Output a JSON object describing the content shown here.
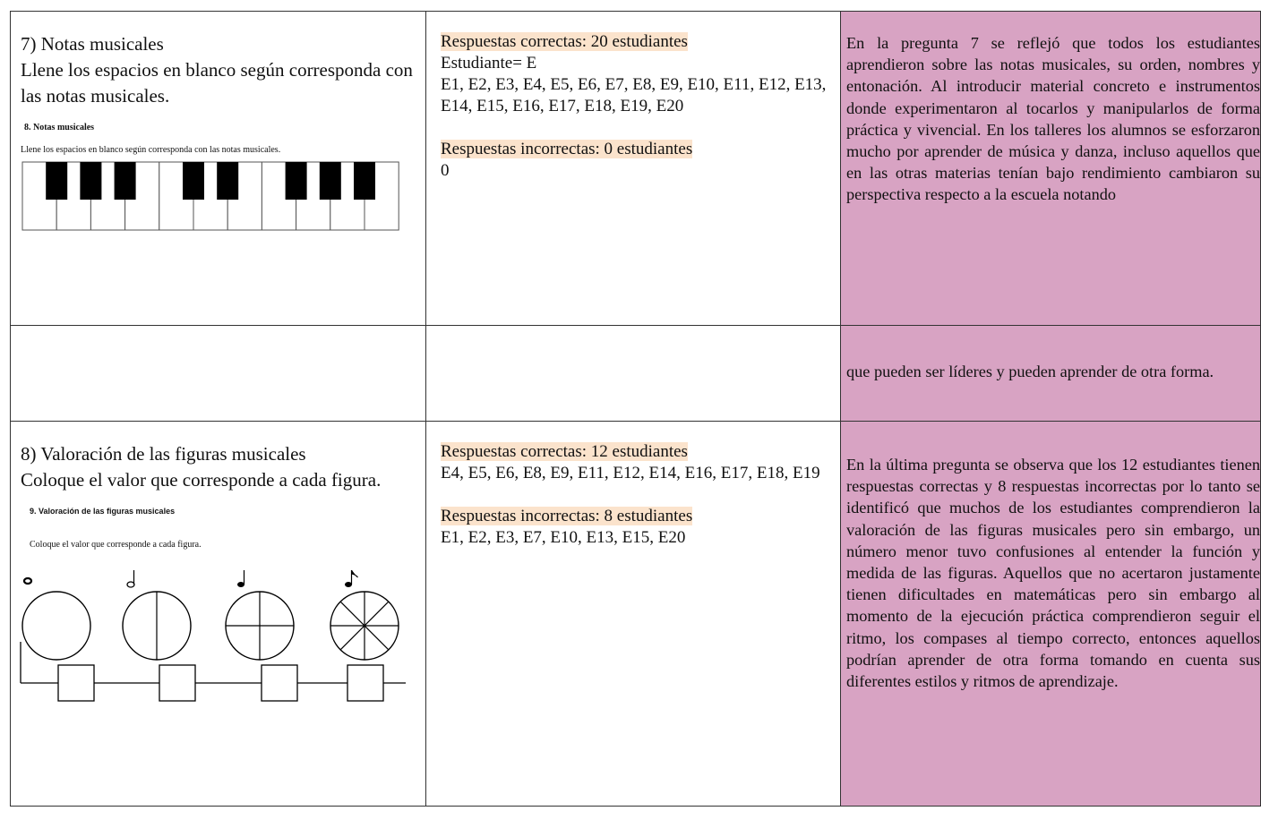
{
  "q7": {
    "title": "7) Notas musicales",
    "instruction": " Llene los espacios en blanco según corresponda con las notas musicales.",
    "figure_title": "8.  Notas musicales",
    "figure_instruction": "Llene los espacios en blanco según corresponda con las notas musicales.",
    "correct_label": "Respuestas correctas: 20 estudiantes",
    "legend": "Estudiante= E",
    "correct_list": "E1, E2, E3, E4, E5, E6, E7, E8, E9, E10, E11, E12, E13, E14, E15, E16, E17, E18, E19, E20",
    "incorrect_label": "Respuestas incorrectas: 0 estudiantes",
    "incorrect_list": "0",
    "comment": "En la pregunta 7 se reflejó que todos los estudiantes aprendieron sobre las notas musicales, su orden, nombres y entonación. Al introducir material concreto e instrumentos donde experimentaron al tocarlos y manipularlos de forma práctica y vivencial. En los talleres los alumnos se esforzaron mucho por aprender de música y danza, incluso aquellos que en las otras materias tenían bajo rendimiento cambiaron su perspectiva respecto a la escuela notando",
    "comment_cont": "que pueden ser líderes y pueden aprender de otra forma."
  },
  "q8": {
    "title": "8) Valoración de las figuras musicales",
    "instruction": "Coloque el valor que corresponde a cada figura.",
    "figure_title": "9.   Valoración de las figuras musicales",
    "figure_instruction": "Coloque el valor que corresponde a cada figura.",
    "correct_label": "Respuestas correctas: 12 estudiantes",
    "correct_list": "E4, E5, E6, E8, E9, E11, E12, E14, E16, E17, E18, E19",
    "incorrect_label": "Respuestas incorrectas: 8 estudiantes",
    "incorrect_list": "E1, E2, E3, E7, E10, E13, E15, E20",
    "comment": "En la última pregunta se observa que los 12 estudiantes tienen respuestas correctas y 8 respuestas incorrectas por lo tanto se identificó que muchos de los estudiantes comprendieron la valoración de las figuras musicales pero sin embargo, un número menor tuvo confusiones al entender la función y medida de las figuras. Aquellos que no acertaron justamente tienen dificultades en matemáticas pero sin embargo al momento de la ejecución práctica comprendieron seguir el ritmo, los compases al tiempo correcto, entonces aquellos podrían aprender de otra forma tomando en cuenta sus diferentes estilos y ritmos de aprendizaje."
  },
  "colors": {
    "comment_bg": "#d8a3c3",
    "highlight": "#fbe3cc"
  },
  "icons": [
    "piano-keyboard-icon",
    "whole-note-icon",
    "half-note-icon",
    "quarter-note-icon",
    "eighth-note-icon"
  ]
}
